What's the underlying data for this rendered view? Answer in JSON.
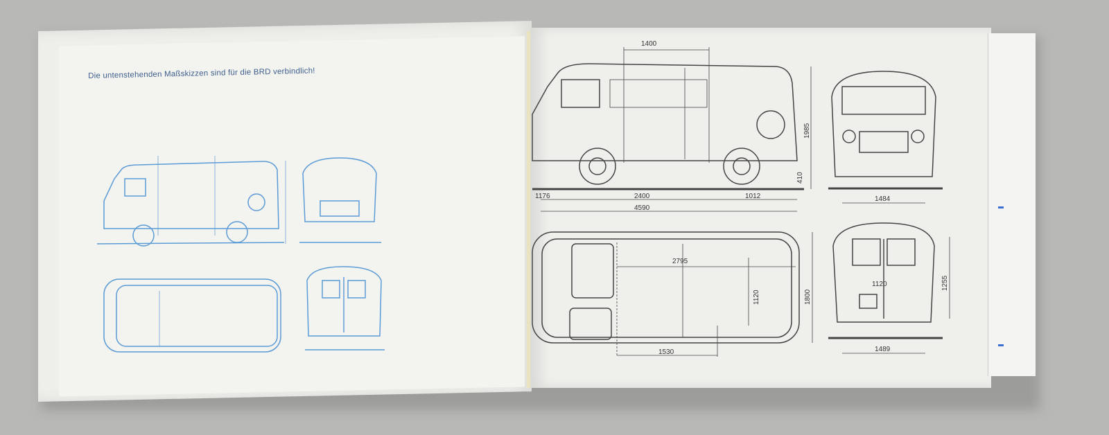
{
  "left_page": {
    "heading": "Die untenstehenden Maßskizzen sind für die BRD verbindlich!",
    "drawing_color": "#5b9bd5"
  },
  "right_page": {
    "side_view": {
      "roof_length": "1400",
      "front_overhang": "1176",
      "wheelbase": "2400",
      "rear_overhang": "1012",
      "overall_length": "4590",
      "ground_clearance": "410",
      "overall_height": "1985"
    },
    "top_view": {
      "cargo_length": "2795",
      "cargo_width": "1120",
      "overall_width": "1800",
      "door_opening": "1530"
    },
    "front_view": {
      "front_track": "1484"
    },
    "rear_view": {
      "rear_track": "1489",
      "rear_door_width": "1120",
      "rear_door_height": "1255"
    }
  }
}
